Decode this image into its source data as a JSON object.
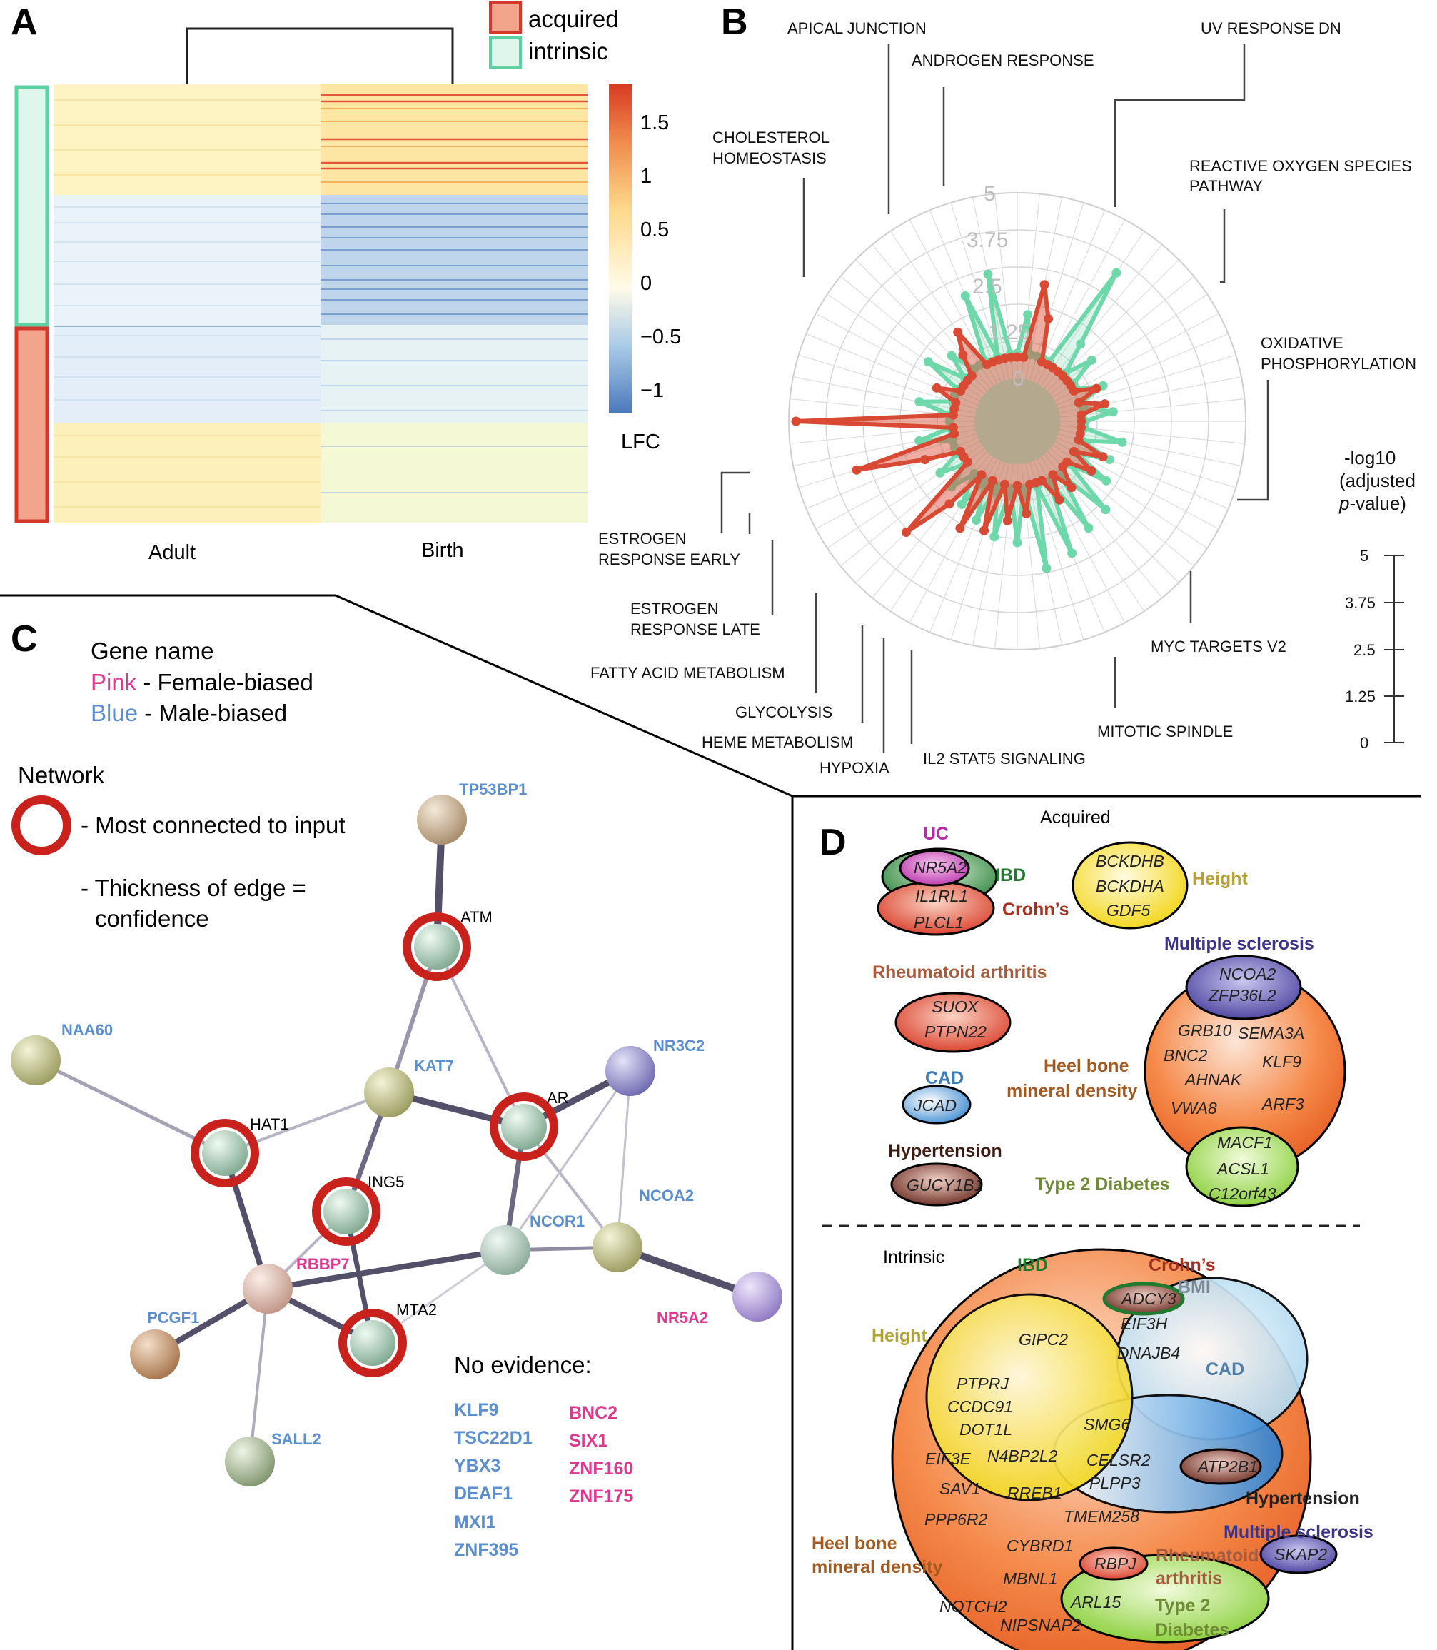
{
  "panels": {
    "a": "A",
    "b": "B",
    "c": "C",
    "d": "D"
  },
  "panel_a": {
    "legend": [
      "acquired",
      "intrinsic"
    ],
    "columns": [
      "Adult",
      "Birth"
    ],
    "colorbar_label": "LFC",
    "colorbar_ticks": [
      "1.5",
      "1",
      "0.5",
      "0",
      "−0.5",
      "−1"
    ],
    "colors": {
      "acquired": "#f2a48d",
      "intrinsic": "#dff6ec",
      "acquired_border": "#d4382a",
      "intrinsic_border": "#5fd0a2",
      "high": "#d83b22",
      "mid": "#fff9d2",
      "low": "#4b79bd"
    }
  },
  "panel_b": {
    "categories": [
      "APICAL JUNCTION",
      "ANDROGEN RESPONSE",
      "UV RESPONSE DN",
      "REACTIVE OXYGEN SPECIES PATHWAY",
      "OXIDATIVE PHOSPHORYLATION",
      "MYC TARGETS V2",
      "MITOTIC SPINDLE",
      "IL2 STAT5 SIGNALING",
      "HYPOXIA",
      "HEME METABOLISM",
      "GLYCOLYSIS",
      "FATTY ACID METABOLISM",
      "ESTROGEN RESPONSE LATE",
      "ESTROGEN RESPONSE EARLY",
      "CHOLESTEROL HOMEOSTASIS"
    ],
    "radial_ticks": [
      "5",
      "3.75",
      "2.5",
      "1.25",
      "0"
    ],
    "axis_title": "-log10 (adjusted p-value)",
    "axis_ticks": [
      "5",
      "3.75",
      "2.5",
      "1.25",
      "0"
    ],
    "colors": {
      "acquired": "#d94a34",
      "intrinsic": "#6fd8ab",
      "core": "#b4a88e"
    }
  },
  "panel_c": {
    "legend_title": "Gene name",
    "legend_pink_word": "Pink",
    "legend_pink_rest": " - Female-biased",
    "legend_blue_word": "Blue",
    "legend_blue_rest": " - Male-biased",
    "network_title": "Network",
    "ring_text": "- Most connected to input",
    "edge_text_1": "- Thickness of edge =",
    "edge_text_2": "confidence",
    "nodes": [
      "TP53BP1",
      "ATM",
      "NAA60",
      "KAT7",
      "NR3C2",
      "HAT1",
      "AR",
      "ING5",
      "NCOA2",
      "NCOR1",
      "RBBP7",
      "PCGF1",
      "MTA2",
      "NR5A2",
      "SALL2"
    ],
    "no_evidence_title": "No evidence:",
    "no_evidence_male": [
      "KLF9",
      "TSC22D1",
      "YBX3",
      "DEAF1",
      "MXI1",
      "ZNF395"
    ],
    "no_evidence_female": [
      "BNC2",
      "SIX1",
      "ZNF160",
      "ZNF175"
    ],
    "colors": {
      "pink": "#e0388f",
      "blue": "#5b8fd0",
      "ring": "#c9221d"
    }
  },
  "panel_d": {
    "acquired_title": "Acquired",
    "intrinsic_title": "Intrinsic",
    "acquired_traits": [
      "UC",
      "IBD",
      "Crohn’s",
      "Height",
      "Multiple sclerosis",
      "Rheumatoid arthritis",
      "Heel bone mineral density",
      "CAD",
      "Hypertension",
      "Type 2 Diabetes"
    ],
    "acquired_genes": [
      "NR5A2",
      "IL1RL1",
      "PLCL1",
      "BCKDHB",
      "BCKDHA",
      "GDF5",
      "NCOA2",
      "ZFP36L2",
      "SUOX",
      "PTPN22",
      "GRB10",
      "SEMA3A",
      "BNC2",
      "KLF9",
      "AHNAK",
      "VWA8",
      "ARF3",
      "JCAD",
      "GUCY1B1",
      "MACF1",
      "ACSL1",
      "C12orf43"
    ],
    "intrinsic_traits": [
      "IBD",
      "Crohn’s",
      "BMI",
      "Height",
      "CAD",
      "Hypertension",
      "Multiple sclerosis",
      "Heel bone mineral density",
      "Rheumatoid arthritis",
      "Type 2 Diabetes"
    ],
    "intrinsic_genes": [
      "ADCY3",
      "EIF3H",
      "GIPC2",
      "DNAJB4",
      "PTPRJ",
      "CCDC91",
      "DOT1L",
      "SMG6",
      "EIF3E",
      "N4BP2L2",
      "CELSR2",
      "PLPP3",
      "ATP2B1",
      "SAV1",
      "RREB1",
      "PPP6R2",
      "TMEM258",
      "CYBRD1",
      "RBPJ",
      "SKAP2",
      "MBNL1",
      "NOTCH2",
      "ARL15",
      "NIPSNAP2"
    ]
  }
}
